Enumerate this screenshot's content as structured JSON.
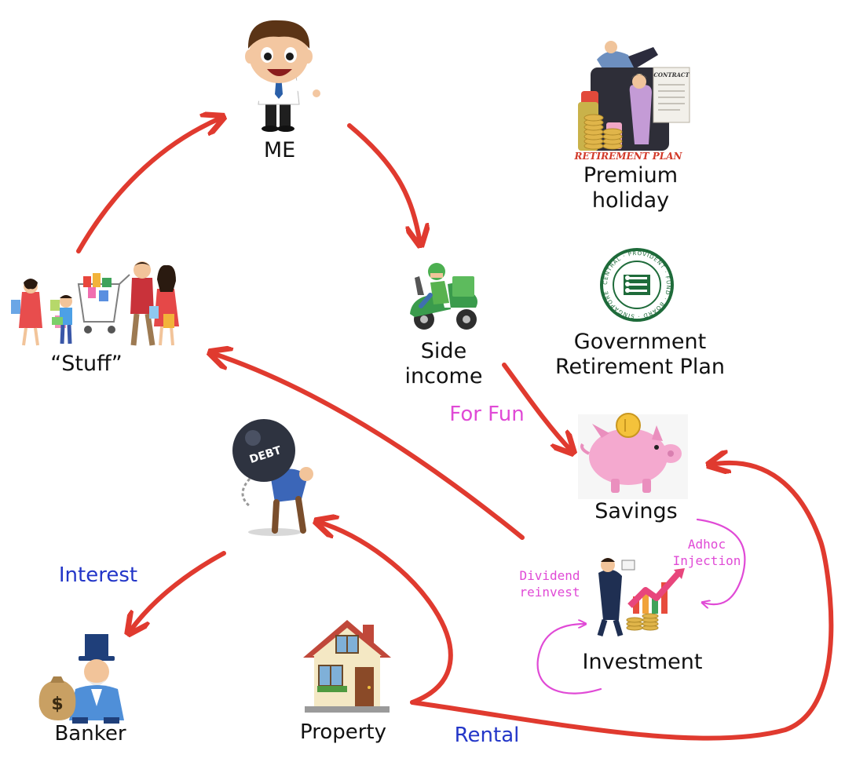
{
  "nodes": {
    "me": "ME",
    "premium_holiday": [
      "Premium",
      "holiday"
    ],
    "retirement_plan_badge": "RETIREMENT PLAN",
    "contract_badge": "CONTRACT",
    "stuff": "“Stuff”",
    "side_income": [
      "Side",
      "income"
    ],
    "government_plan": [
      "Government",
      "Retirement Plan"
    ],
    "fund_seal_text": "CENTRAL · PROVIDENT · FUND · BOARD · SINGAPORE",
    "savings": "Savings",
    "debt": "Debt",
    "debt_ball_text": "DEBT",
    "investment": "Investment",
    "banker": "Banker",
    "property": "Property"
  },
  "annotations": {
    "for_fun": "For Fun",
    "interest": "Interest",
    "rental": "Rental",
    "dividend_reinvest": [
      "Dividend",
      "reinvest"
    ],
    "adhoc_injection": [
      "Adhoc",
      "Injection"
    ]
  },
  "colors": {
    "arrow": "#e03a2f",
    "pink_note": "#e04ad6",
    "blue_note": "#2336c8",
    "text": "#111111"
  }
}
